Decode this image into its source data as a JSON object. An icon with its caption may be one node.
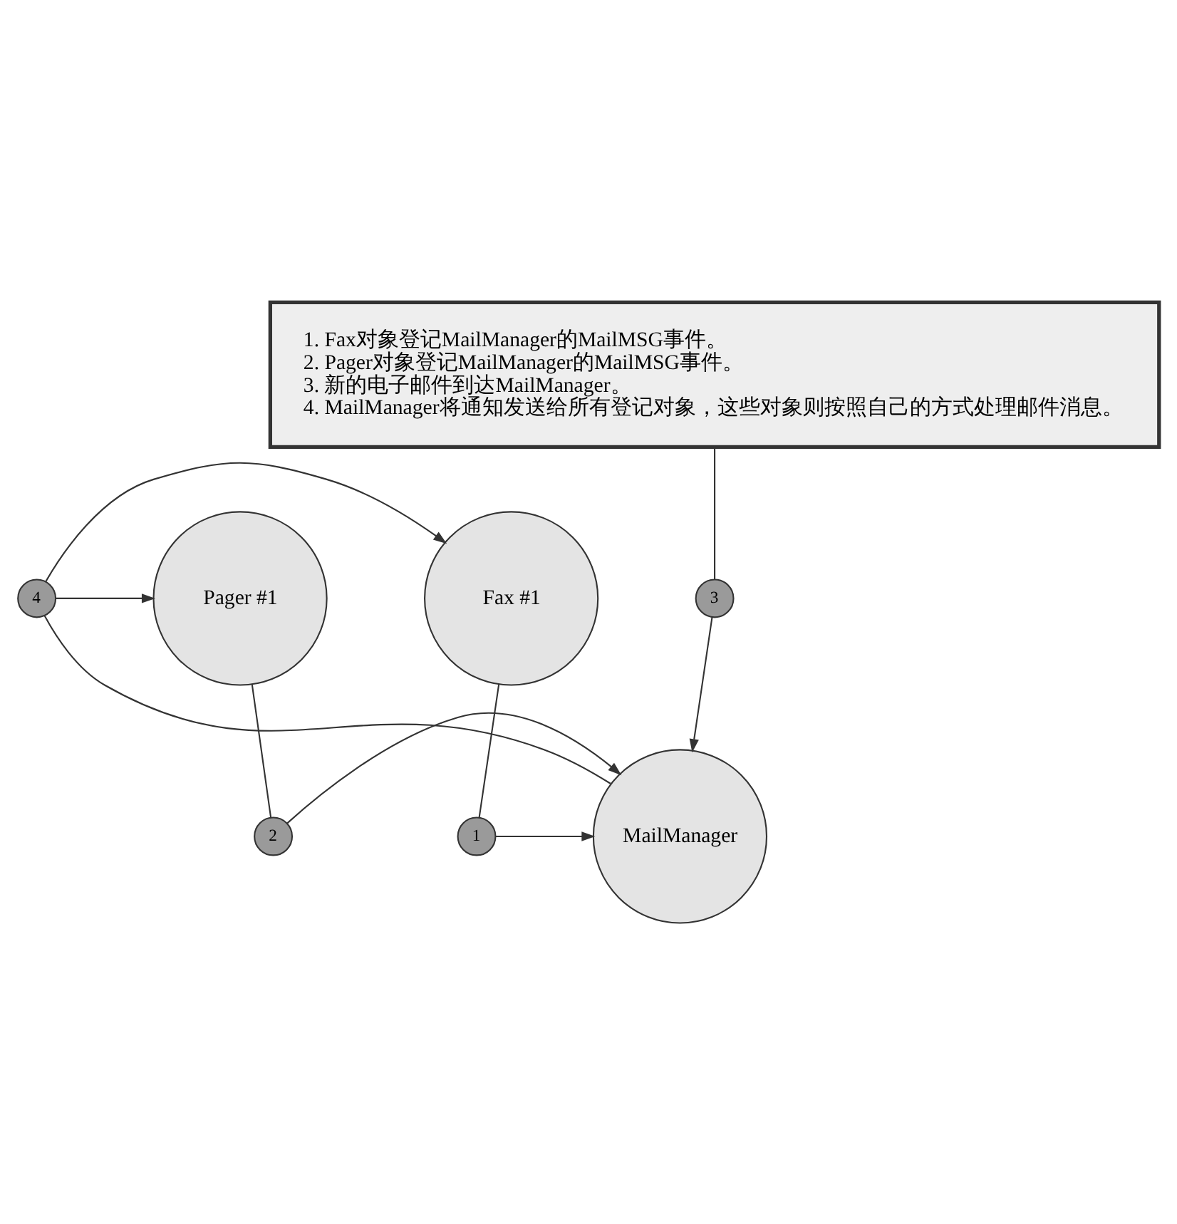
{
  "diagram": {
    "nodes": [
      {
        "text": [
          "Fax #1"
        ]
      },
      {
        "text": [
          "4"
        ]
      },
      {
        "text": [
          "Pager #1"
        ]
      },
      {
        "text": [
          "1"
        ]
      },
      {
        "text": [
          "MailManager"
        ]
      },
      {
        "text": [
          "2"
        ]
      },
      {
        "text": [
          "3"
        ]
      },
      {
        "text": [
          "1. Fax对象登记MailManager的MailMSG事件。",
          "2. Pager对象登记MailManager的MailMSG事件。",
          "3. 新的电子邮件到达MailManager。",
          "4. MailManager将通知发送给所有登记对象，这些对象则按照自己的方式处理邮件消息。"
        ]
      }
    ],
    "edges": [
      {
        "from": 0,
        "to": 3,
        "arrow": "none"
      },
      {
        "from": 3,
        "to": 4,
        "arrow": "to"
      },
      {
        "from": 2,
        "to": 5,
        "arrow": "none"
      },
      {
        "from": 5,
        "to": 4,
        "arrow": "to"
      },
      {
        "from": 7,
        "to": 6,
        "arrow": "none"
      },
      {
        "from": 6,
        "to": 4,
        "arrow": "to"
      },
      {
        "from": 4,
        "to": 1,
        "arrow": "none"
      },
      {
        "from": 1,
        "to": 0,
        "arrow": "to"
      },
      {
        "from": 1,
        "to": 2,
        "arrow": "to"
      }
    ]
  }
}
